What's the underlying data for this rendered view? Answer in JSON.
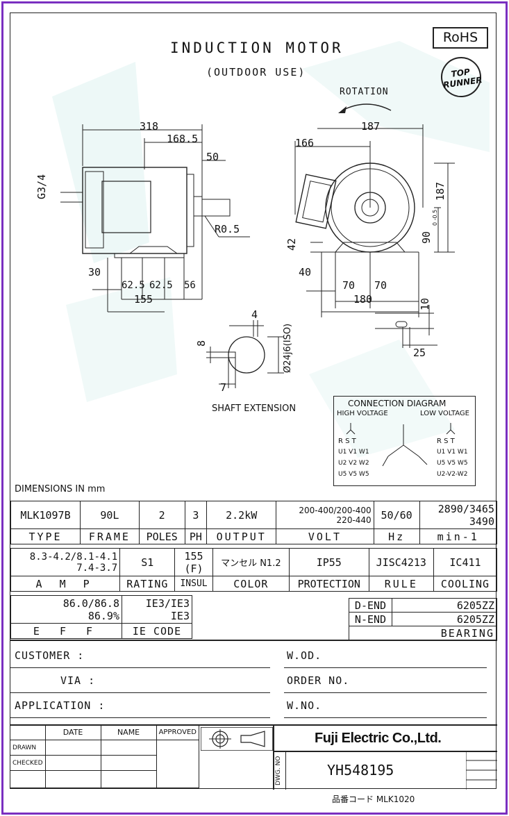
{
  "header": {
    "title": "INDUCTION MOTOR",
    "subtitle": "(OUTDOOR USE)",
    "rohs": "RoHS",
    "top_runner_line1": "TOP",
    "top_runner_line2": "RUNNER"
  },
  "drawing": {
    "rotation": "ROTATION",
    "side_dims": {
      "d318": "318",
      "d168_5": "168.5",
      "d50": "50",
      "g34": "G3/4",
      "r05": "R0.5",
      "d30": "30",
      "d62_5a": "62.5",
      "d62_5b": "62.5",
      "d56": "56",
      "d155": "155"
    },
    "front_dims": {
      "d187_top": "187",
      "d166": "166",
      "d187_right": "187",
      "d90": "90",
      "d90_tol": "0\n-0.5",
      "d42": "42",
      "d40": "40",
      "d70a": "70",
      "d70b": "70",
      "d180": "180",
      "d10": "10",
      "d25": "25"
    },
    "shaft": {
      "d4": "4",
      "d8": "8",
      "d7": "7",
      "dia": "Ø24j6(ISO)",
      "label": "SHAFT EXTENSION"
    },
    "dimensions_note": "DIMENSIONS IN mm"
  },
  "connection_diagram": {
    "title": "CONNECTION DIAGRAM",
    "high": "HIGH VOLTAGE",
    "low": "LOW VOLTAGE",
    "rst_high": "R  S  T",
    "rst_low": "R  S  T",
    "row1_high": "U1 V1 W1",
    "row2_high": "U2 V2 W2",
    "row3_high": "U5 V5 W5",
    "row1_low": "U1 V1 W1",
    "row2_low": "U5 V5 W5",
    "row3_low": "U2-V2-W2"
  },
  "spec": {
    "row1": {
      "model": "MLK1097B",
      "frame": "90L",
      "poles": "2",
      "ph": "3",
      "output": "2.2kW",
      "volt_line1": "200-400/200-400",
      "volt_line2": "220-440",
      "hz": "50/60",
      "speed_line1": "2890/3465",
      "speed_line2": "3490"
    },
    "row1_labels": {
      "type": "TYPE",
      "frame": "FRAME",
      "poles": "POLES",
      "ph": "PH",
      "output": "OUTPUT",
      "volt": "VOLT",
      "hz": "Hz",
      "speed": "min-1"
    },
    "row2": {
      "amp_line1": "8.3-4.2/8.1-4.1",
      "amp_line2": "7.4-3.7",
      "rating": "S1",
      "insul_line1": "155",
      "insul_line2": "(F)",
      "color": "マンセル N1.2",
      "protection": "IP55",
      "rule": "JISC4213",
      "cooling": "IC411"
    },
    "row2_labels": {
      "amp": "A M P",
      "rating": "RATING",
      "insul": "INSUL",
      "color": "COLOR",
      "protection": "PROTECTION",
      "rule": "RULE",
      "cooling": "COOLING"
    },
    "eff": {
      "eff_line1": "86.0/86.8",
      "eff_line2": "86.9%",
      "ie_line1": "IE3/IE3",
      "ie_line2": "IE3",
      "eff_label": "E F F",
      "ie_label": "IE CODE"
    },
    "bearing": {
      "d_end": "D-END",
      "d_end_val": "6205ZZ",
      "n_end": "N-END",
      "n_end_val": "6205ZZ",
      "label": "BEARING"
    }
  },
  "order": {
    "customer": "CUSTOMER :",
    "via": "VIA :",
    "application": "APPLICATION :",
    "wod": "W.OD.",
    "order_no": "ORDER NO.",
    "wno": "W.NO."
  },
  "title_block": {
    "date": "DATE",
    "name": "NAME",
    "approved": "APPROVED",
    "drawn": "DRAWN",
    "checked": "CHECKED",
    "company": "Fuji Electric Co.,Ltd.",
    "dwg_no_label": "DWG. NO",
    "dwg_no": "YH548195",
    "product_code": "品番コード MLK1020"
  }
}
